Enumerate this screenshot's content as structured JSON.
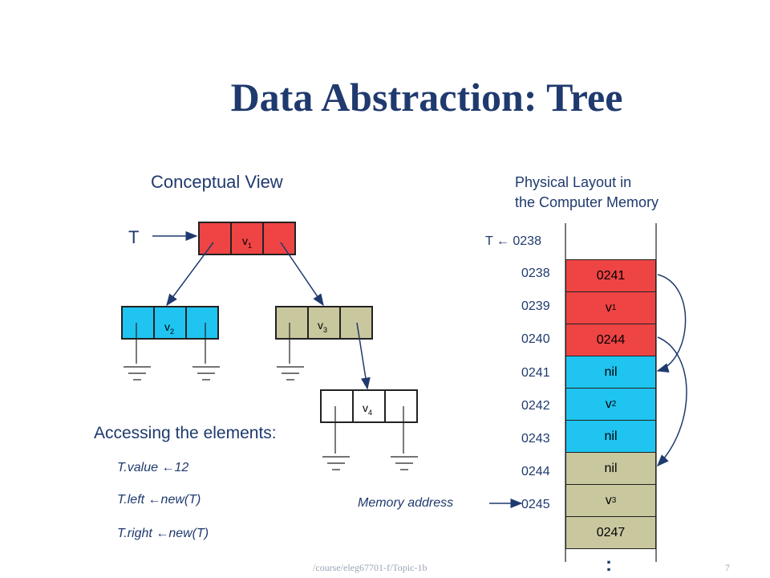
{
  "title": "Data Abstraction: Tree",
  "conceptual": {
    "heading": "Conceptual View",
    "root_pointer": "T",
    "nodes": [
      {
        "name": "v",
        "sub": "1",
        "color": "#ee4444"
      },
      {
        "name": "v",
        "sub": "2",
        "color": "#1fc4f0"
      },
      {
        "name": "v",
        "sub": "3",
        "color": "#c9c79e"
      },
      {
        "name": "v",
        "sub": "4",
        "color": "#ffffff"
      }
    ]
  },
  "access": {
    "heading": "Accessing the elements:",
    "lines": [
      "T.value ←12",
      "T.left ←new(T)",
      "T.right ←new(T)"
    ]
  },
  "physical": {
    "heading_line1": "Physical Layout in",
    "heading_line2": "the Computer Memory",
    "pointer_line": "T ← 0238",
    "cells": [
      {
        "address": "0238",
        "content": "0241",
        "sub": "",
        "color": "#ee4444"
      },
      {
        "address": "0239",
        "content": "v",
        "sub": "1",
        "color": "#ee4444"
      },
      {
        "address": "0240",
        "content": "0244",
        "sub": "",
        "color": "#ee4444"
      },
      {
        "address": "0241",
        "content": "nil",
        "sub": "",
        "color": "#1fc4f0"
      },
      {
        "address": "0242",
        "content": "v",
        "sub": "2",
        "color": "#1fc4f0"
      },
      {
        "address": "0243",
        "content": "nil",
        "sub": "",
        "color": "#1fc4f0"
      },
      {
        "address": "0244",
        "content": "nil",
        "sub": "",
        "color": "#c9c79e"
      },
      {
        "address": "0245",
        "content": "v",
        "sub": "3",
        "color": "#c9c79e"
      },
      {
        "address": "",
        "content": "0247",
        "sub": "",
        "color": "#c9c79e"
      }
    ],
    "memory_label": "Memory address",
    "ellipsis": ":"
  },
  "footer": {
    "path": "/course/eleg67701-f/Topic-1b",
    "page": "7"
  }
}
